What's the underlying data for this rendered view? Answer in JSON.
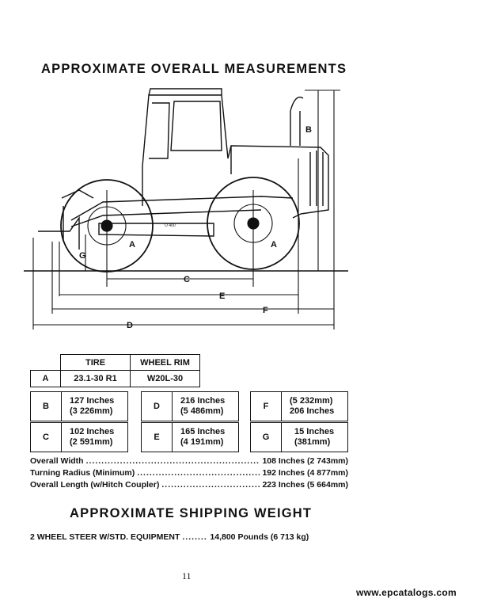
{
  "heading1": "APPROXIMATE OVERALL MEASUREMENTS",
  "drawing": {
    "labels": {
      "A": "A",
      "B": "B",
      "C": "C",
      "D": "D",
      "E": "E",
      "F": "F",
      "G": "G"
    },
    "hitch_label": "O 400"
  },
  "tire_table": {
    "col_tire": "TIRE",
    "col_rim": "WHEEL RIM",
    "row_key": "A",
    "tire": "23.1-30 R1",
    "rim": "W20L-30"
  },
  "dims": {
    "B": {
      "key": "B",
      "line1": "127 Inches",
      "line2": "(3 226mm)"
    },
    "C": {
      "key": "C",
      "line1": "102 Inches",
      "line2": "(2 591mm)"
    },
    "D": {
      "key": "D",
      "line1": "216 Inches",
      "line2": "(5 486mm)"
    },
    "E": {
      "key": "E",
      "line1": "165 Inches",
      "line2": "(4 191mm)"
    },
    "F": {
      "key": "F",
      "line1": "(5 232mm)",
      "line2": "206 Inches"
    },
    "G": {
      "key": "G",
      "line1": "15 Inches",
      "line2": "(381mm)"
    }
  },
  "overall": [
    {
      "label": "Overall Width",
      "value": "108 Inches (2 743mm)"
    },
    {
      "label": "Turning Radius (Minimum)",
      "value": "192 Inches (4 877mm)"
    },
    {
      "label": "Overall Length (w/Hitch Coupler)",
      "value": "223 Inches (5 664mm)"
    }
  ],
  "heading2": "APPROXIMATE SHIPPING WEIGHT",
  "shipping": {
    "label": "2 WHEEL STEER W/STD. EQUIPMENT",
    "value": "14,800 Pounds (6 713 kg)"
  },
  "page_number": "11",
  "watermark": "www.epcatalogs.com"
}
